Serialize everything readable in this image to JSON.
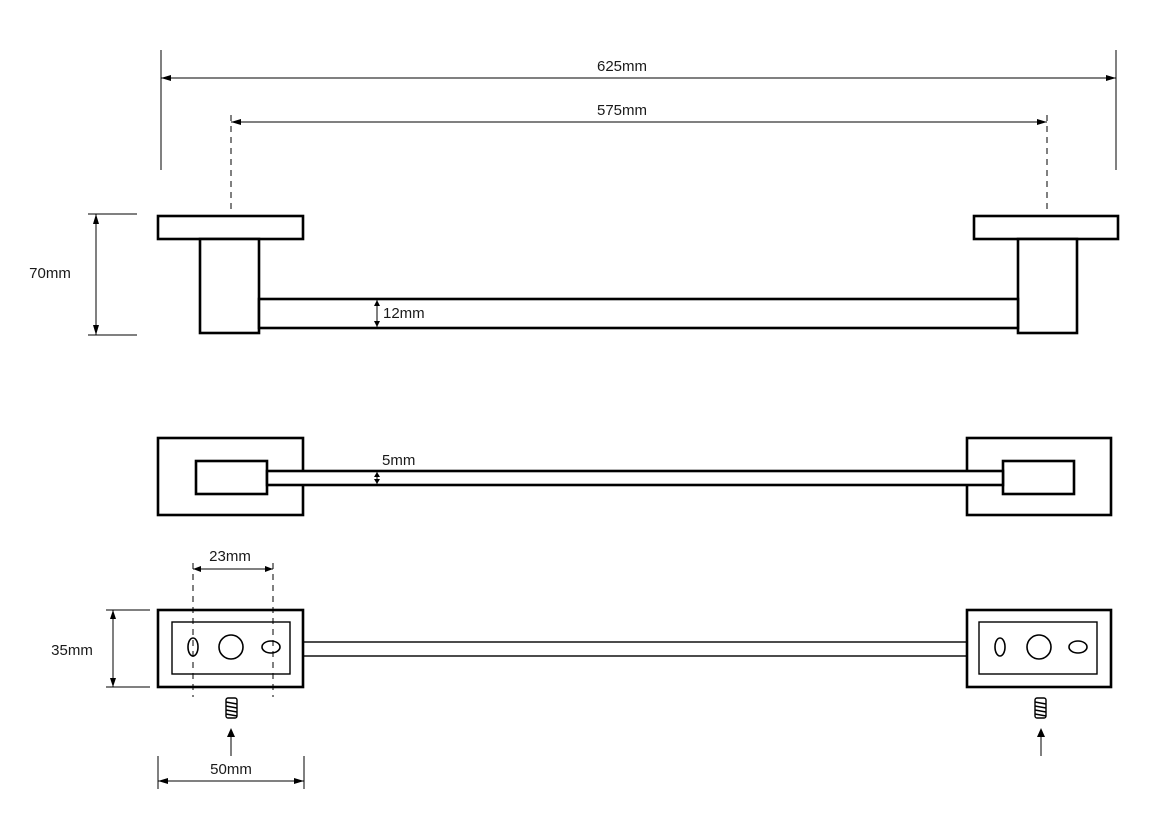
{
  "dimensions": {
    "overall_length": "625mm",
    "center_distance": "575mm",
    "depth": "70mm",
    "rail_diameter": "12mm",
    "rail_thickness_top": "5mm",
    "hole_spacing": "23mm",
    "base_height": "35mm",
    "base_width": "50mm"
  }
}
